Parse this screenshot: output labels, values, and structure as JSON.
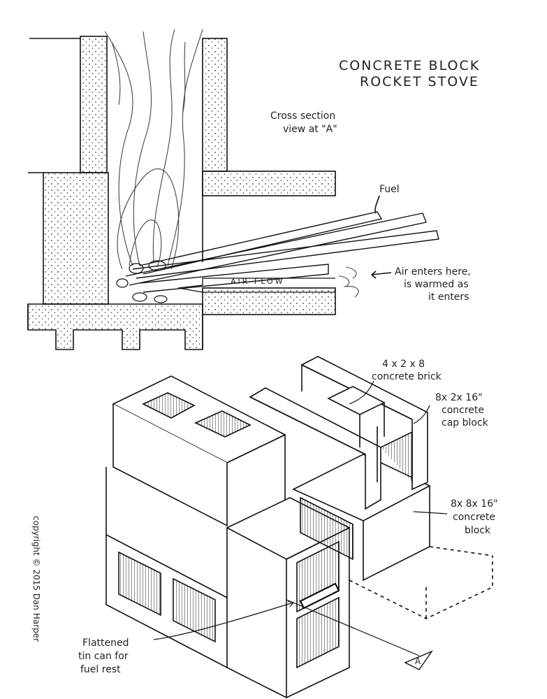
{
  "title": {
    "line1": "CONCRETE BLOCK",
    "line2": "ROCKET STOVE"
  },
  "section": {
    "line1": "Cross section",
    "line2": "view at \"A\""
  },
  "fuel_label": "Fuel",
  "air_flow_label": "AIR FLOW",
  "air_note": {
    "line1": "Air enters here,",
    "line2": "is warmed as",
    "line3": "it enters"
  },
  "brick_label": {
    "line1": "4 x 2 x 8",
    "line2": "concrete brick"
  },
  "cap_label": {
    "line1": "8x 2x 16\"",
    "line2": "concrete",
    "line3": "cap block"
  },
  "block_label": {
    "line1": "8x 8x 16\"",
    "line2": "concrete",
    "line3": "block"
  },
  "tin_label": {
    "line1": "Flattened",
    "line2": "tin can for",
    "line3": "fuel rest"
  },
  "section_marker": "A",
  "copyright": "copyright © 2015 Dan Harper"
}
